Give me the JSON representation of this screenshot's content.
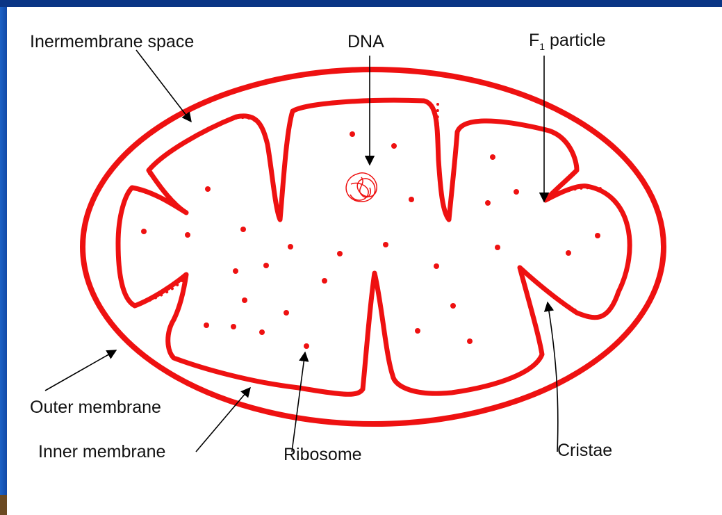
{
  "labels": {
    "intermembrane_space": "Inermembrane space",
    "dna": "DNA",
    "f1_particle_main": "F",
    "f1_particle_sub": "1",
    "f1_particle_tail": " particle",
    "outer_membrane": "Outer membrane",
    "inner_membrane": "Inner membrane",
    "ribosome": "Ribosome",
    "cristae": "Cristae"
  },
  "colors": {
    "membrane": "#ee1111",
    "text": "#111111",
    "arrow": "#000000",
    "background": "#ffffff",
    "frame": "#0b3a8a"
  }
}
